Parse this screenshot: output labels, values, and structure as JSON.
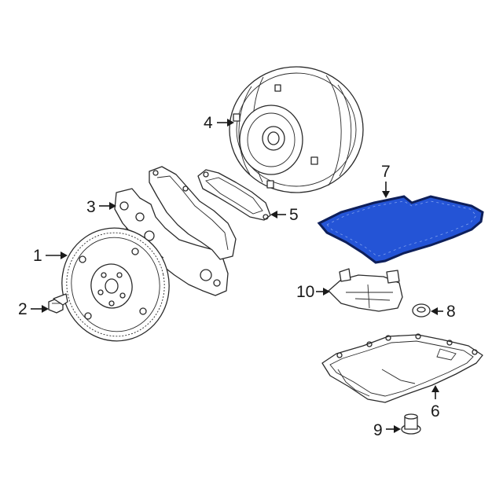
{
  "colors": {
    "line": "#2a2a2a",
    "highlight_fill": "#2454d6",
    "highlight_stroke": "#0e1f5a",
    "background": "#ffffff"
  },
  "callouts": [
    {
      "id": "1",
      "label": "1"
    },
    {
      "id": "2",
      "label": "2"
    },
    {
      "id": "3",
      "label": "3"
    },
    {
      "id": "4",
      "label": "4"
    },
    {
      "id": "5",
      "label": "5"
    },
    {
      "id": "6",
      "label": "6"
    },
    {
      "id": "7",
      "label": "7",
      "highlighted": true
    },
    {
      "id": "8",
      "label": "8"
    },
    {
      "id": "9",
      "label": "9"
    },
    {
      "id": "10",
      "label": "10"
    }
  ]
}
